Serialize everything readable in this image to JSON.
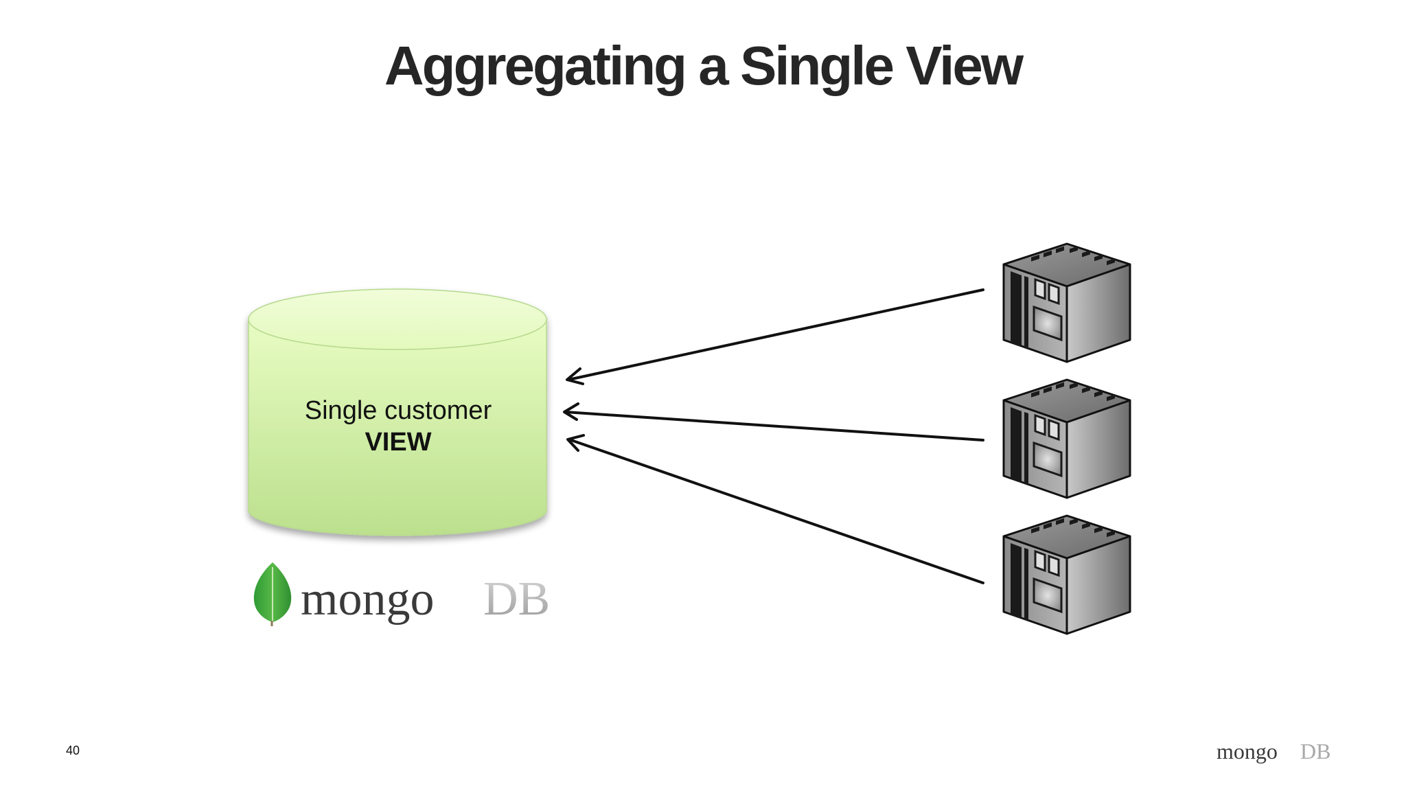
{
  "slide": {
    "title": "Aggregating a Single View",
    "page_number": "40"
  },
  "database": {
    "label_line1": "Single customer",
    "label_line2": "VIEW",
    "fill_top": "#e6fbbf",
    "fill_bottom": "#bde28f"
  },
  "logo_main": {
    "word_mongo": "mongo",
    "word_db": "DB",
    "leaf_color": "#3aa53a"
  },
  "logo_footer": {
    "word_mongo": "mongo",
    "word_db": "DB"
  },
  "sources": [
    {
      "icon": "server-icon"
    },
    {
      "icon": "server-icon"
    },
    {
      "icon": "server-icon"
    }
  ]
}
